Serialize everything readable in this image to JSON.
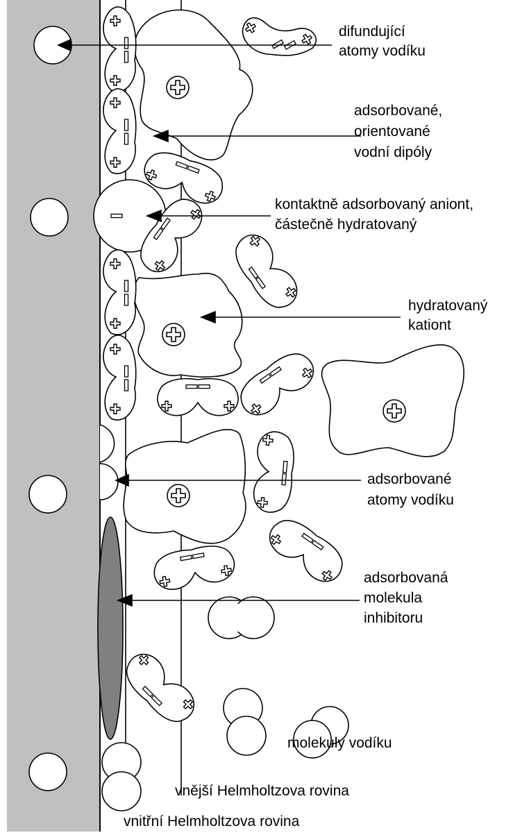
{
  "labels": {
    "diffusing_h": [
      "difundující",
      "atomy vodíku"
    ],
    "adsorbed_dipoles": [
      "adsorbované,",
      "orientované",
      "vodní dipóly"
    ],
    "contact_anion": [
      "kontaktně adsorbovaný aniont,",
      "částečně hydratovaný"
    ],
    "hydrated_cation": [
      "hydratovaný",
      "kationt"
    ],
    "adsorbed_h": [
      "adsorbované",
      "atomy vodíku"
    ],
    "inhibitor": [
      "adsorbovaná",
      "molekula",
      "inhibitoru"
    ],
    "hydrogen_molecules": "molekuly vodíku",
    "outer_helmholtz": "vnější Helmholtzova rovina",
    "inner_helmholtz": "vnitřní Helmholtzova rovina"
  },
  "colors": {
    "metal": "#c0c0c0",
    "inhibitor": "#808080",
    "outline": "#000000",
    "background": "#ffffff"
  }
}
